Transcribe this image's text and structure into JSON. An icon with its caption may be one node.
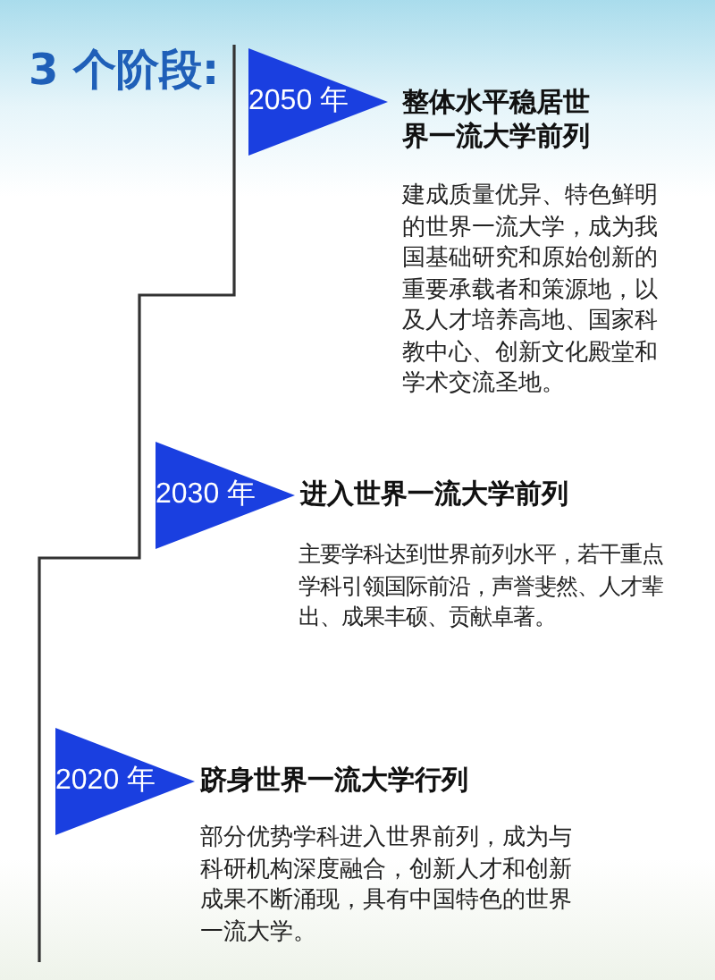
{
  "diagram": {
    "title": "3 个阶段:",
    "nodes": [
      {
        "text": [
          "2050 年"
        ],
        "beside": [
          "整体水平稳居世界一流大学前列",
          "建成质量优异、特色鲜明的世界一流大学，成为我国基础研究和原始创新的重要承载者和策源地，以及人才培养高地、国家科教中心、创新文化殿堂和学术交流圣地。"
        ]
      },
      {
        "text": [
          "2030 年"
        ],
        "beside": [
          "进入世界一流大学前列",
          "主要学科达到世界前列水平，若干重点学科引领国际前沿，声誉斐然、人才辈出、成果丰硕、贡献卓著。"
        ]
      },
      {
        "text": [
          "2020 年"
        ],
        "beside": [
          "跻身世界一流大学行列",
          "部分优势学科进入世界前列，成为与科研机构深度融合，创新人才和创新成果不断涌现，具有中国特色的世界一流大学。"
        ]
      }
    ],
    "edges": []
  }
}
